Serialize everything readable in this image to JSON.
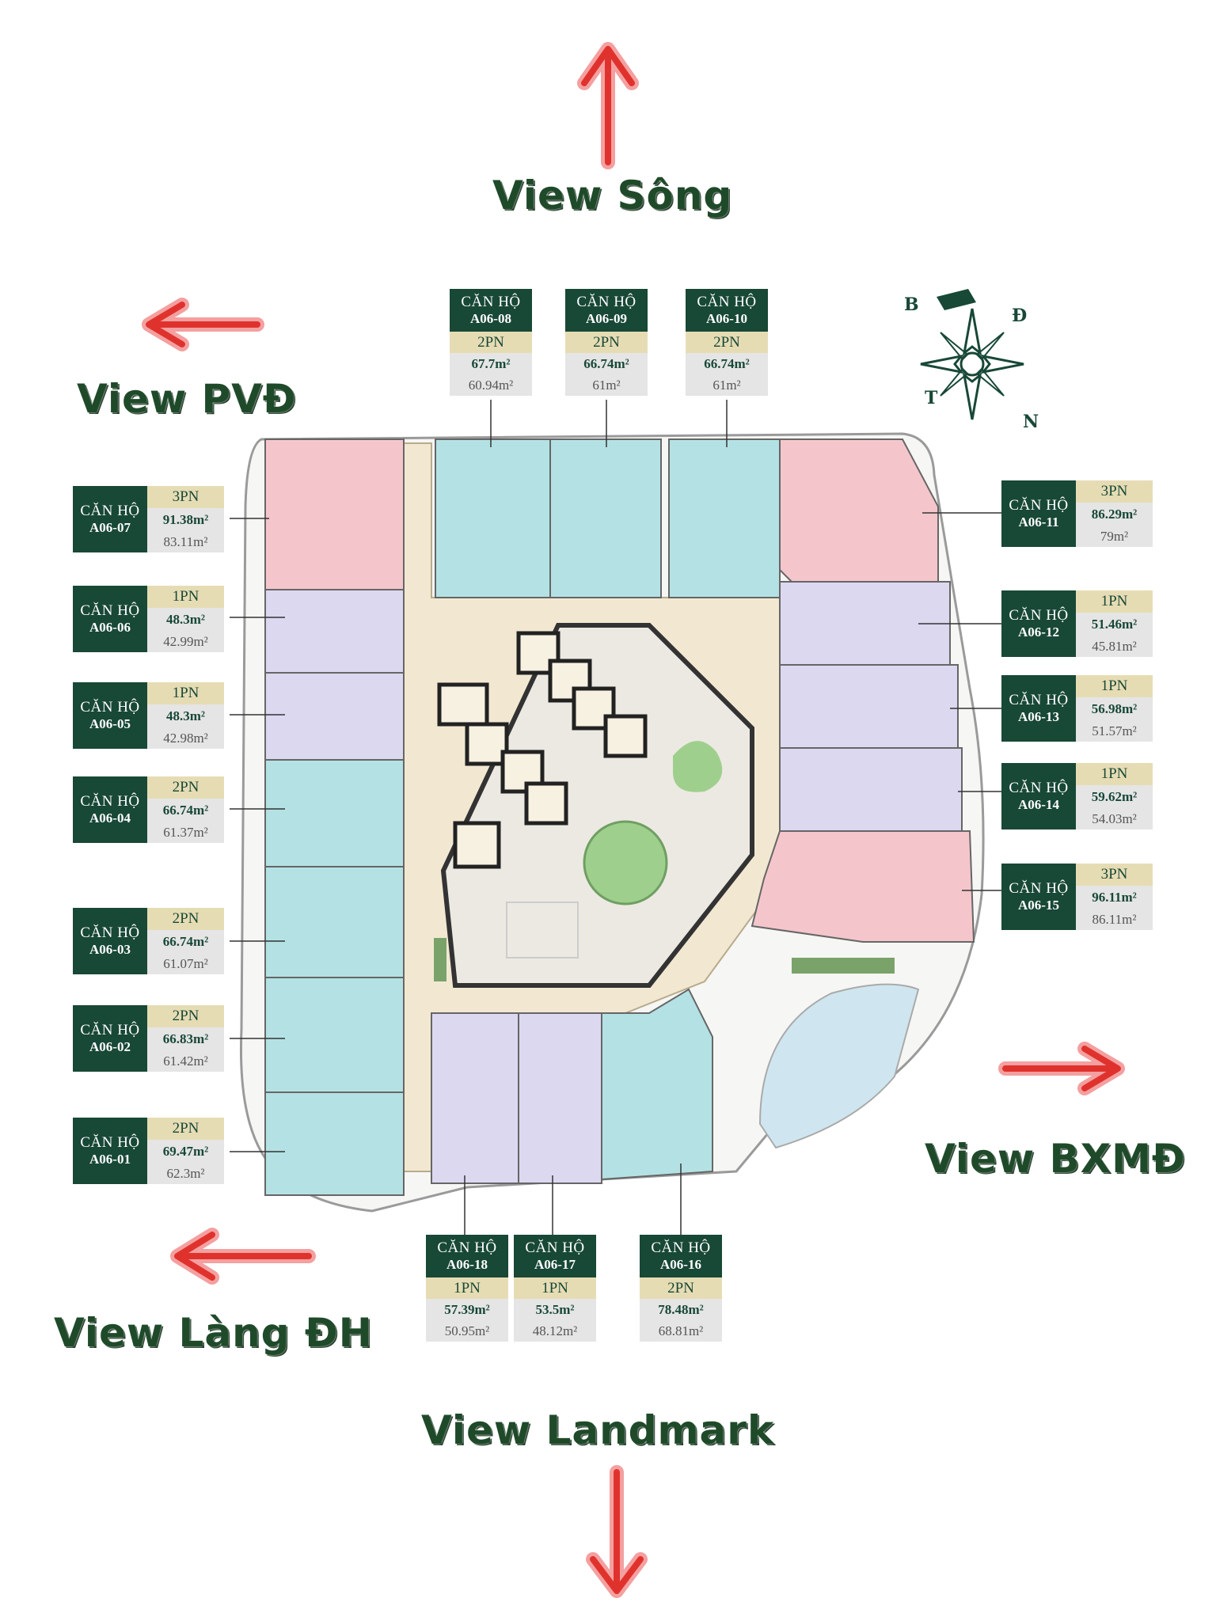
{
  "views": {
    "top": "View Sông",
    "left_top": "View PVĐ",
    "left_bottom": "View Làng ĐH",
    "right": "View  BXMĐ",
    "bottom": "View  Landmark"
  },
  "compass": {
    "north": "B",
    "east": "Đ",
    "west": "T",
    "south": "N"
  },
  "units": {
    "A06-01": {
      "head": "CĂN HỘ",
      "code": "A06-01",
      "type": "2PN",
      "area": "69.47m²",
      "net": "62.3m²"
    },
    "A06-02": {
      "head": "CĂN HỘ",
      "code": "A06-02",
      "type": "2PN",
      "area": "66.83m²",
      "net": "61.42m²"
    },
    "A06-03": {
      "head": "CĂN HỘ",
      "code": "A06-03",
      "type": "2PN",
      "area": "66.74m²",
      "net": "61.07m²"
    },
    "A06-04": {
      "head": "CĂN HỘ",
      "code": "A06-04",
      "type": "2PN",
      "area": "66.74m²",
      "net": "61.37m²"
    },
    "A06-05": {
      "head": "CĂN HỘ",
      "code": "A06-05",
      "type": "1PN",
      "area": "48.3m²",
      "net": "42.98m²"
    },
    "A06-06": {
      "head": "CĂN HỘ",
      "code": "A06-06",
      "type": "1PN",
      "area": "48.3m²",
      "net": "42.99m²"
    },
    "A06-07": {
      "head": "CĂN HỘ",
      "code": "A06-07",
      "type": "3PN",
      "area": "91.38m²",
      "net": "83.11m²"
    },
    "A06-08": {
      "head": "CĂN HỘ",
      "code": "A06-08",
      "type": "2PN",
      "area": "67.7m²",
      "net": "60.94m²"
    },
    "A06-09": {
      "head": "CĂN HỘ",
      "code": "A06-09",
      "type": "2PN",
      "area": "66.74m²",
      "net": "61m²"
    },
    "A06-10": {
      "head": "CĂN HỘ",
      "code": "A06-10",
      "type": "2PN",
      "area": "66.74m²",
      "net": "61m²"
    },
    "A06-11": {
      "head": "CĂN HỘ",
      "code": "A06-11",
      "type": "3PN",
      "area": "86.29m²",
      "net": "79m²"
    },
    "A06-12": {
      "head": "CĂN HỘ",
      "code": "A06-12",
      "type": "1PN",
      "area": "51.46m²",
      "net": "45.81m²"
    },
    "A06-13": {
      "head": "CĂN HỘ",
      "code": "A06-13",
      "type": "1PN",
      "area": "56.98m²",
      "net": "51.57m²"
    },
    "A06-14": {
      "head": "CĂN HỘ",
      "code": "A06-14",
      "type": "1PN",
      "area": "59.62m²",
      "net": "54.03m²"
    },
    "A06-15": {
      "head": "CĂN HỘ",
      "code": "A06-15",
      "type": "3PN",
      "area": "96.11m²",
      "net": "86.11m²"
    },
    "A06-16": {
      "head": "CĂN HỘ",
      "code": "A06-16",
      "type": "2PN",
      "area": "78.48m²",
      "net": "68.81m²"
    },
    "A06-17": {
      "head": "CĂN HỘ",
      "code": "A06-17",
      "type": "1PN",
      "area": "53.5m²",
      "net": "48.12m²"
    },
    "A06-18": {
      "head": "CĂN HỘ",
      "code": "A06-18",
      "type": "1PN",
      "area": "57.39m²",
      "net": "50.95m²"
    }
  },
  "colors": {
    "brand_green": "#184836",
    "unit_3pn": "#f4c6cc",
    "unit_2pn": "#b4e2e4",
    "unit_1pn": "#dcd8f0",
    "corridor": "#f2e8d2",
    "arrow_red": "#e0322d"
  }
}
